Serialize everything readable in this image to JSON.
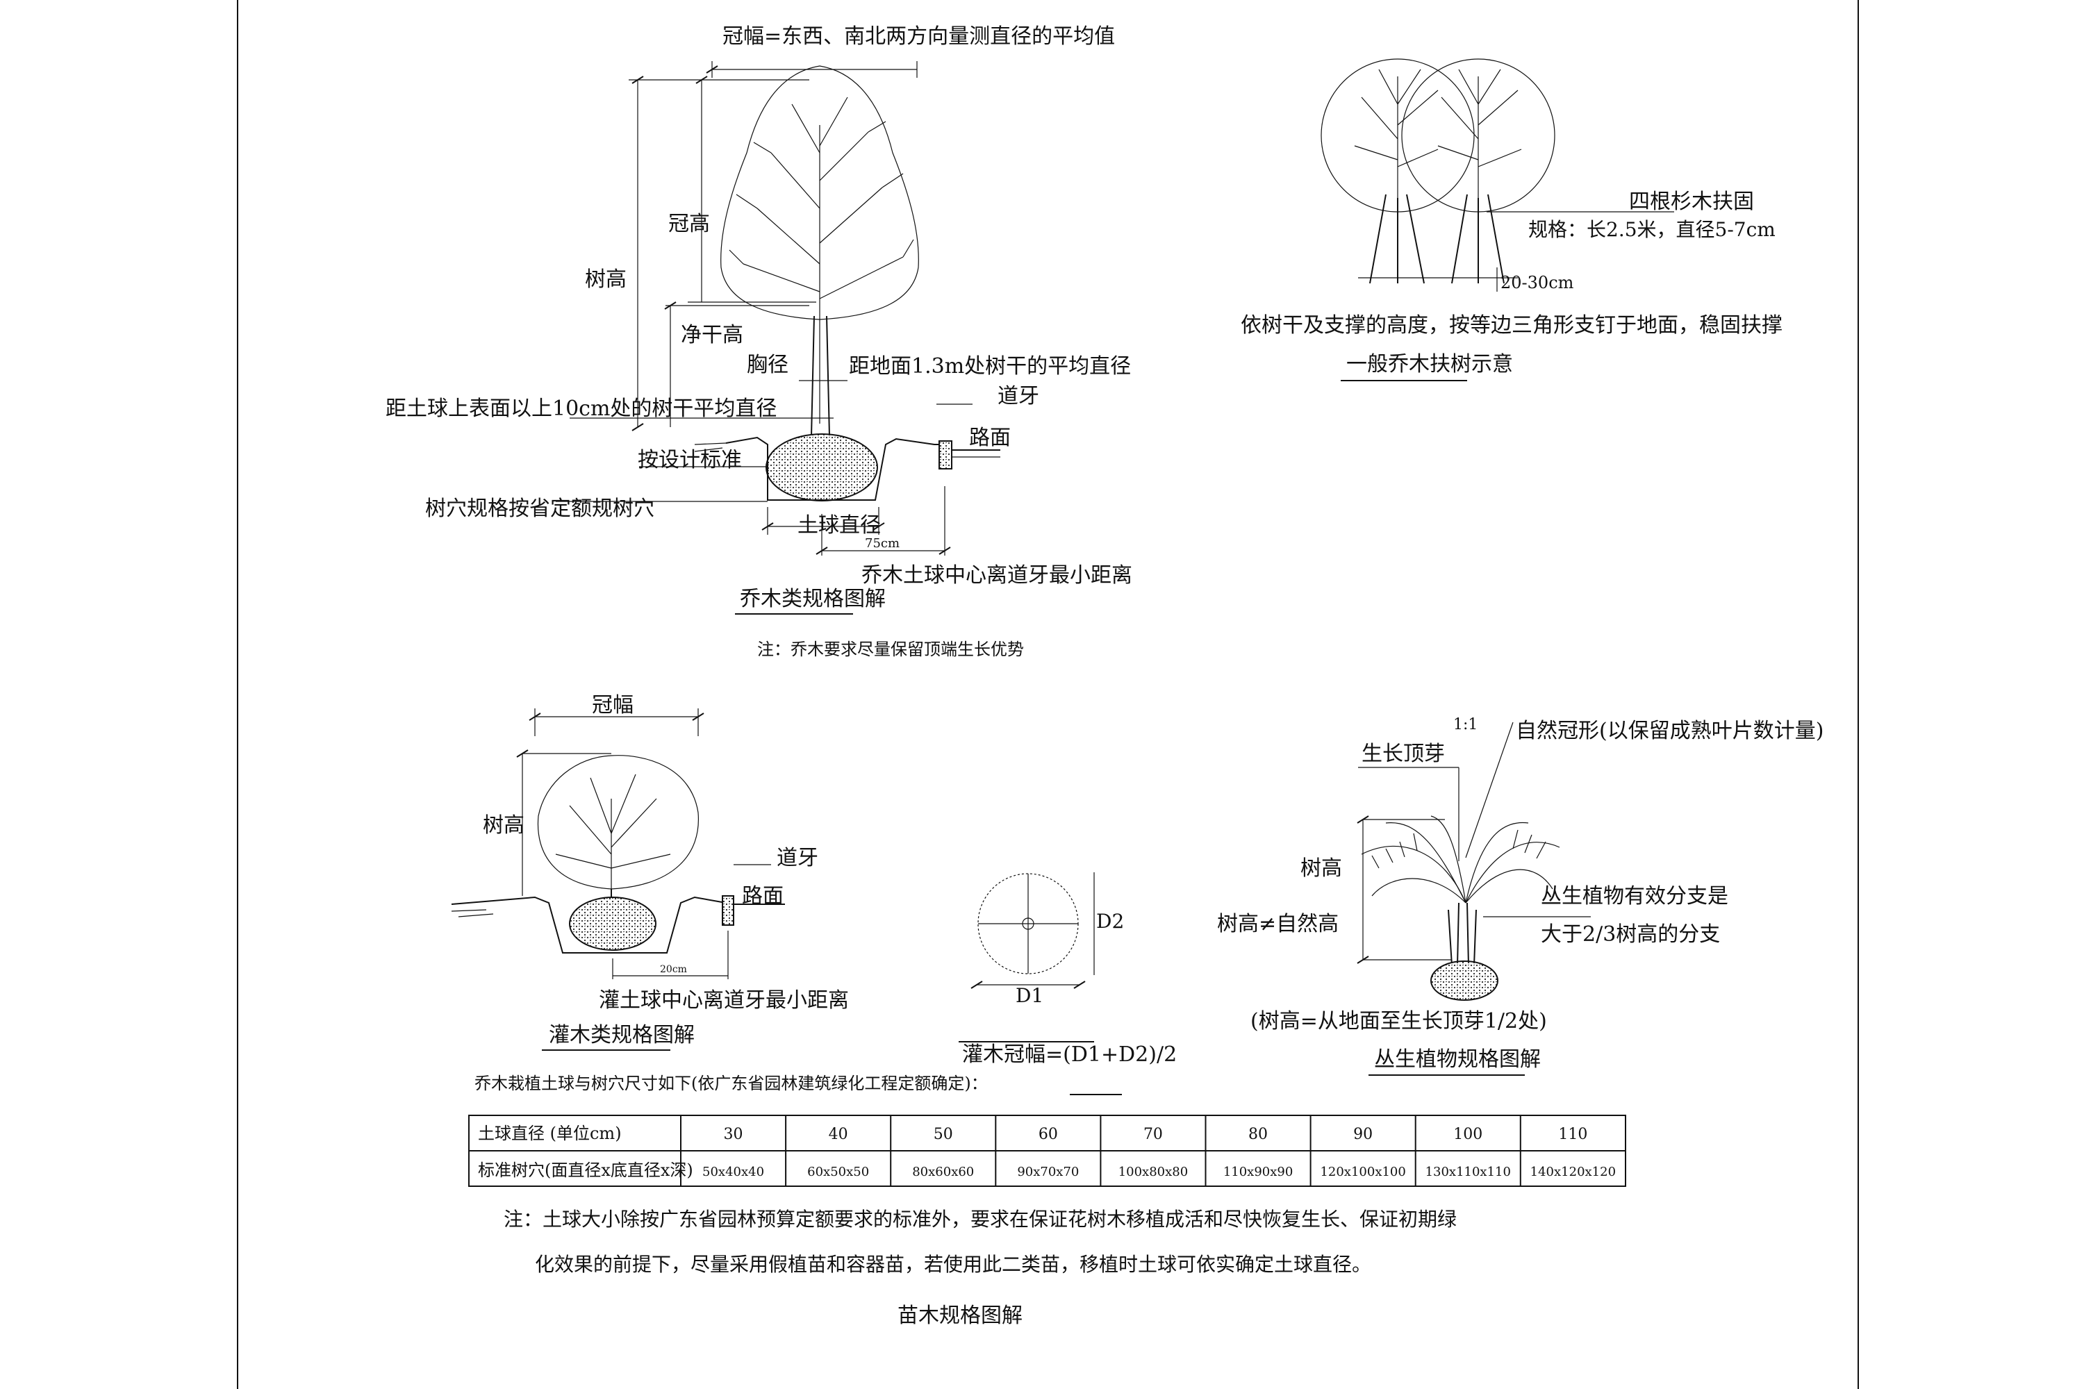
{
  "tree": {
    "crown_width_def": "冠幅=东西、南北两方向量测直径的平均值",
    "crown_height": "冠高",
    "tree_height": "树高",
    "clear_trunk": "净干高",
    "dbh": "胸径",
    "dbh_def": "距地面1.3m处树干的平均直径",
    "caliper_def": "距土球上表面以上10cm处的树干平均直径",
    "curb": "道牙",
    "road": "路面",
    "per_design": "按设计标准",
    "pit_spec": "树穴规格按省定额规树穴",
    "ball_diameter": "土球直径",
    "distance_value": "75cm",
    "min_distance": "乔木土球中心离道牙最小距离",
    "title": "乔木类规格图解",
    "note": "注：乔木要求尽量保留顶端生长优势"
  },
  "staking": {
    "stakes": "四根杉木扶固",
    "stake_spec": "规格：长2.5米，直径5-7cm",
    "depth": "20-30cm",
    "desc": "依树干及支撑的高度，按等边三角形支钉于地面，稳固扶撑",
    "title": "一般乔木扶树示意"
  },
  "shrub": {
    "crown_width": "冠幅",
    "tree_height": "树高",
    "curb": "道牙",
    "road": "路面",
    "distance_value": "20cm",
    "min_distance": "灌土球中心离道牙最小距离",
    "title": "灌木类规格图解",
    "d1": "D1",
    "d2": "D2",
    "formula": "灌木冠幅=(D1+D2)/2"
  },
  "palm": {
    "ratio": "1:1",
    "natural_crown": "自然冠形(以保留成熟叶片数计量)",
    "growth_bud": "生长顶芽",
    "tree_height": "树高",
    "not_equal": "树高≠自然高",
    "branch_def_1": "丛生植物有效分支是",
    "branch_def_2": "大于2/3树高的分支",
    "height_def": "(树高=从地面至生长顶芽1/2处)",
    "title": "丛生植物规格图解"
  },
  "table": {
    "caption": "乔木栽植土球与树穴尺寸如下(依广东省园林建筑绿化工程定额确定)：",
    "row1_label": "土球直径 (单位cm)",
    "row2_label": "标准树穴(面直径x底直径x深)",
    "sizes": [
      "30",
      "40",
      "50",
      "60",
      "70",
      "80",
      "90",
      "100",
      "110"
    ],
    "pits": [
      "50x40x40",
      "60x50x50",
      "80x60x60",
      "90x70x70",
      "100x80x80",
      "110x90x90",
      "120x100x100",
      "130x110x110",
      "140x120x120"
    ]
  },
  "notes": {
    "line1": "注：土球大小除按广东省园林预算定额要求的标准外，要求在保证花树木移植成活和尽快恢复生长、保证初期绿",
    "line2": "化效果的前提下，尽量采用假植苗和容器苗，若使用此二类苗，移植时土球可依实确定土球直径。"
  },
  "sheet_title": "苗木规格图解"
}
